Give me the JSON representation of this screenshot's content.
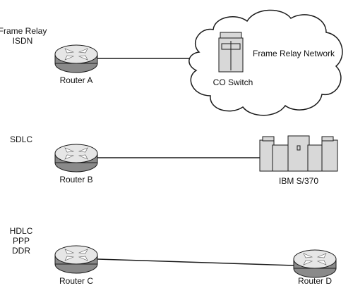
{
  "colors": {
    "line": "#1a1a1a",
    "router_top": "#e6e6e6",
    "router_side": "#8a8a8a",
    "arrow": "#ffffff",
    "equipment": "#d8d8d8",
    "background": "#ffffff"
  },
  "sections": [
    {
      "protocols": [
        "Frame Relay",
        "ISDN"
      ],
      "left_device": {
        "type": "router",
        "label": "Router A"
      },
      "right_device": {
        "type": "co-switch",
        "label": "CO Switch",
        "cloud_label": "Frame Relay Network"
      }
    },
    {
      "protocols": [
        "SDLC"
      ],
      "left_device": {
        "type": "router",
        "label": "Router B"
      },
      "right_device": {
        "type": "mainframe",
        "label": "IBM S/370"
      }
    },
    {
      "protocols": [
        "HDLC",
        "PPP",
        "DDR"
      ],
      "left_device": {
        "type": "router",
        "label": "Router C"
      },
      "right_device": {
        "type": "router",
        "label": "Router D"
      }
    }
  ]
}
